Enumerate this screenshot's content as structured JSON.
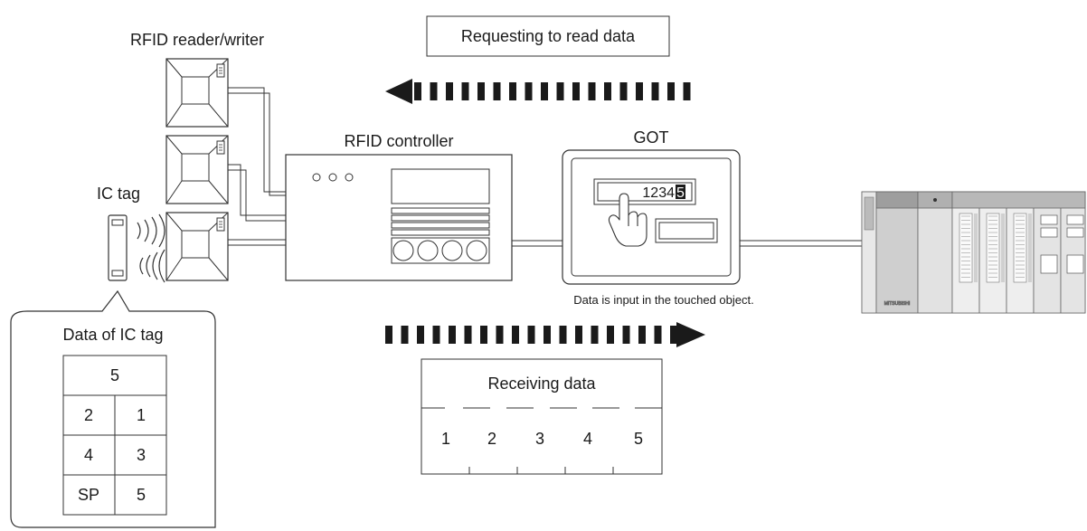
{
  "labels": {
    "rfid_rw": "RFID reader/writer",
    "rfid_controller": "RFID controller",
    "got": "GOT",
    "ic_tag": "IC tag",
    "requesting": "Requesting to read data",
    "data_input_note": "Data is input in the touched object.",
    "got_screen_value_prefix": "1234",
    "got_screen_value_cursor": "5"
  },
  "ic_tag_data": {
    "title": "Data of IC tag",
    "header": "5",
    "rows": [
      [
        "2",
        "1"
      ],
      [
        "4",
        "3"
      ],
      [
        "SP",
        "5"
      ]
    ]
  },
  "receiving": {
    "title": "Receiving data",
    "values": [
      "1",
      "2",
      "3",
      "4",
      "5"
    ]
  },
  "plc": {
    "brand": "MITSUBISHI"
  },
  "colors": {
    "line": "#333333",
    "arrow": "#1a1a1a",
    "plc_gray": "#c9c9c9",
    "plc_light": "#e6e6e6"
  }
}
